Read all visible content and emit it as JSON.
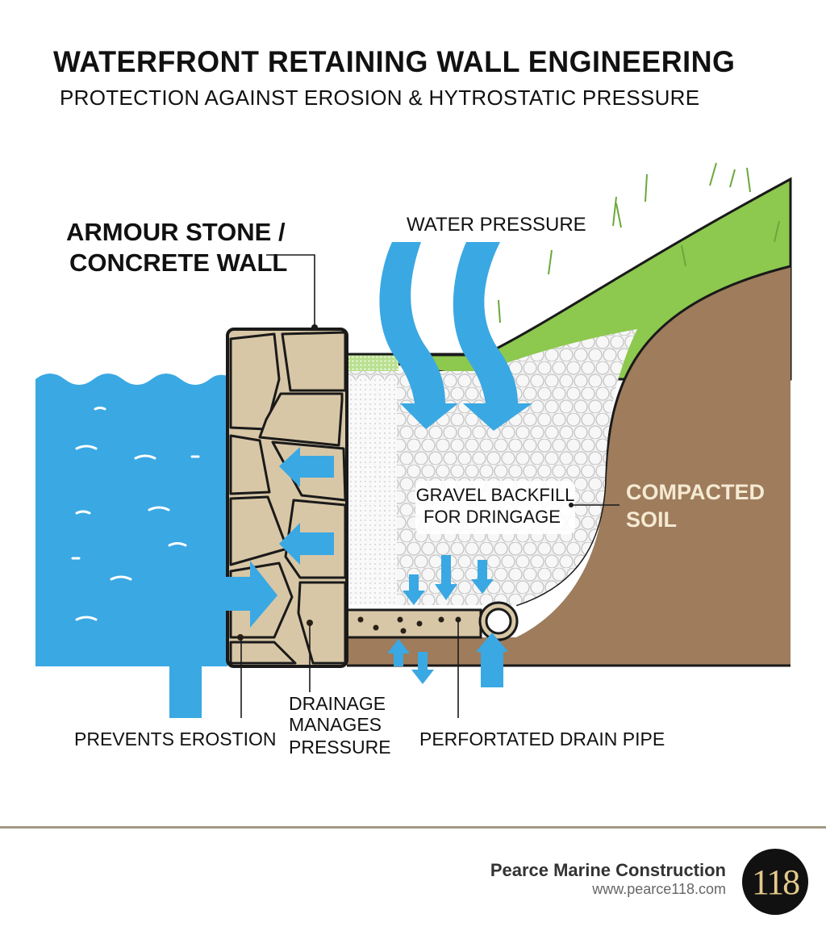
{
  "header": {
    "title": "WATERFRONT RETAINING WALL ENGINEERING",
    "subtitle": "PROTECTION AGAINST EROSION & HYTROSTATIC PRESSURE"
  },
  "labels": {
    "wall_line1": "ARMOUR STONE /",
    "wall_line2": "CONCRETE WALL",
    "water_pressure": "WATER PRESSURE",
    "gravel_line1": "GRAVEL BACKFILL",
    "gravel_line2": "FOR DRINGAGE",
    "soil_line1": "COMPACTED",
    "soil_line2": "SOIL",
    "prevents_erosion": "PREVENTS EROSTION",
    "drainage_line1": "DRAINAGE",
    "drainage_line2": "MANAGES",
    "drainage_line3": "PRESSURE",
    "drain_pipe": "PERFORTATED DRAIN PIPE"
  },
  "footer": {
    "company": "Pearce Marine Construction",
    "website": "www.pearce118.com",
    "badge_text": "118"
  },
  "colors": {
    "water": "#3aa8e3",
    "arrow": "#3aa8e3",
    "grass": "#8dc84f",
    "soil": "#9e7c5c",
    "stone": "#d8c7a6",
    "gravel": "#ececec"
  }
}
